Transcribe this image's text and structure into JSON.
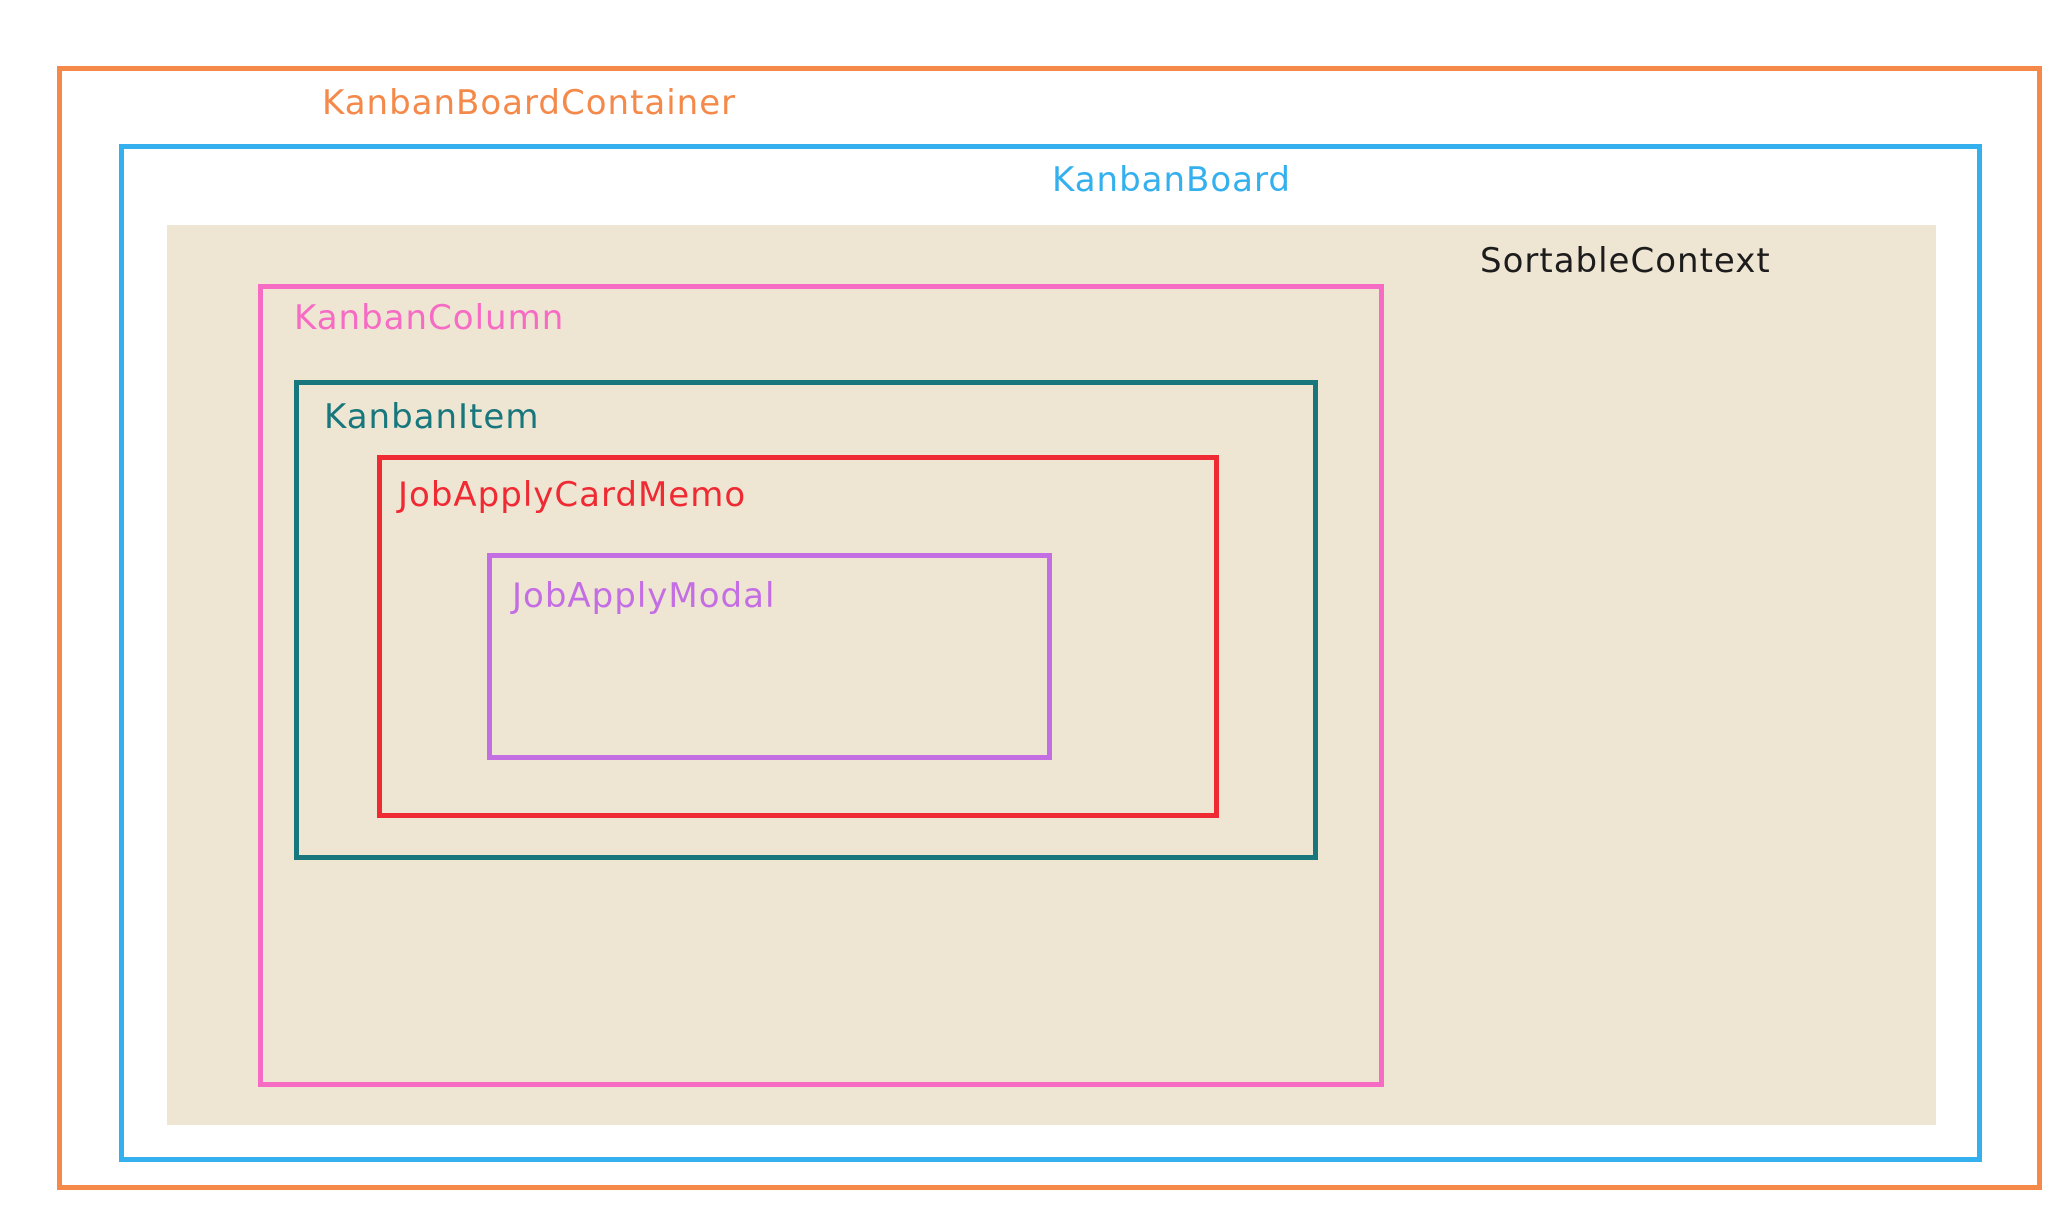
{
  "diagram": {
    "nodes": [
      {
        "id": "container",
        "label": "KanbanBoardContainer",
        "color": "#f4894a"
      },
      {
        "id": "board",
        "label": "KanbanBoard",
        "color": "#35b0ee"
      },
      {
        "id": "sortable",
        "label": "SortableContext",
        "color": "#1c1c1c",
        "fill": "#efe5d3"
      },
      {
        "id": "column",
        "label": "KanbanColumn",
        "color": "#f66bc3"
      },
      {
        "id": "item",
        "label": "KanbanItem",
        "color": "#17777c"
      },
      {
        "id": "memo",
        "label": "JobApplyCardMemo",
        "color": "#ef2a33"
      },
      {
        "id": "modal",
        "label": "JobApplyModal",
        "color": "#c46ee4"
      }
    ],
    "nesting": [
      [
        "container",
        "board"
      ],
      [
        "board",
        "sortable"
      ],
      [
        "sortable",
        "column"
      ],
      [
        "column",
        "item"
      ],
      [
        "item",
        "memo"
      ],
      [
        "memo",
        "modal"
      ]
    ]
  }
}
